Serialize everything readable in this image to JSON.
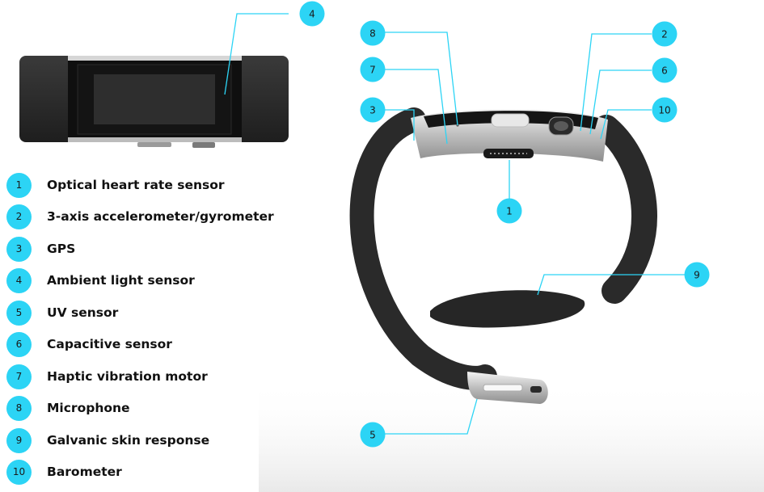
{
  "colors": {
    "badge": "#2cd4f5",
    "leader_line": "#2cd4f5",
    "band": "#2b2b2b",
    "metal": "#c9c9c9",
    "screen": "#111111"
  },
  "legend": [
    {
      "number": "1",
      "label": "Optical heart rate sensor"
    },
    {
      "number": "2",
      "label": "3-axis accelerometer/gyrometer"
    },
    {
      "number": "3",
      "label": "GPS"
    },
    {
      "number": "4",
      "label": "Ambient light sensor"
    },
    {
      "number": "5",
      "label": "UV sensor"
    },
    {
      "number": "6",
      "label": "Capacitive sensor"
    },
    {
      "number": "7",
      "label": "Haptic vibration motor"
    },
    {
      "number": "8",
      "label": "Microphone"
    },
    {
      "number": "9",
      "label": "Galvanic skin response"
    },
    {
      "number": "10",
      "label": "Barometer"
    }
  ],
  "callouts": [
    "1",
    "2",
    "3",
    "4",
    "5",
    "6",
    "7",
    "8",
    "9",
    "10"
  ]
}
